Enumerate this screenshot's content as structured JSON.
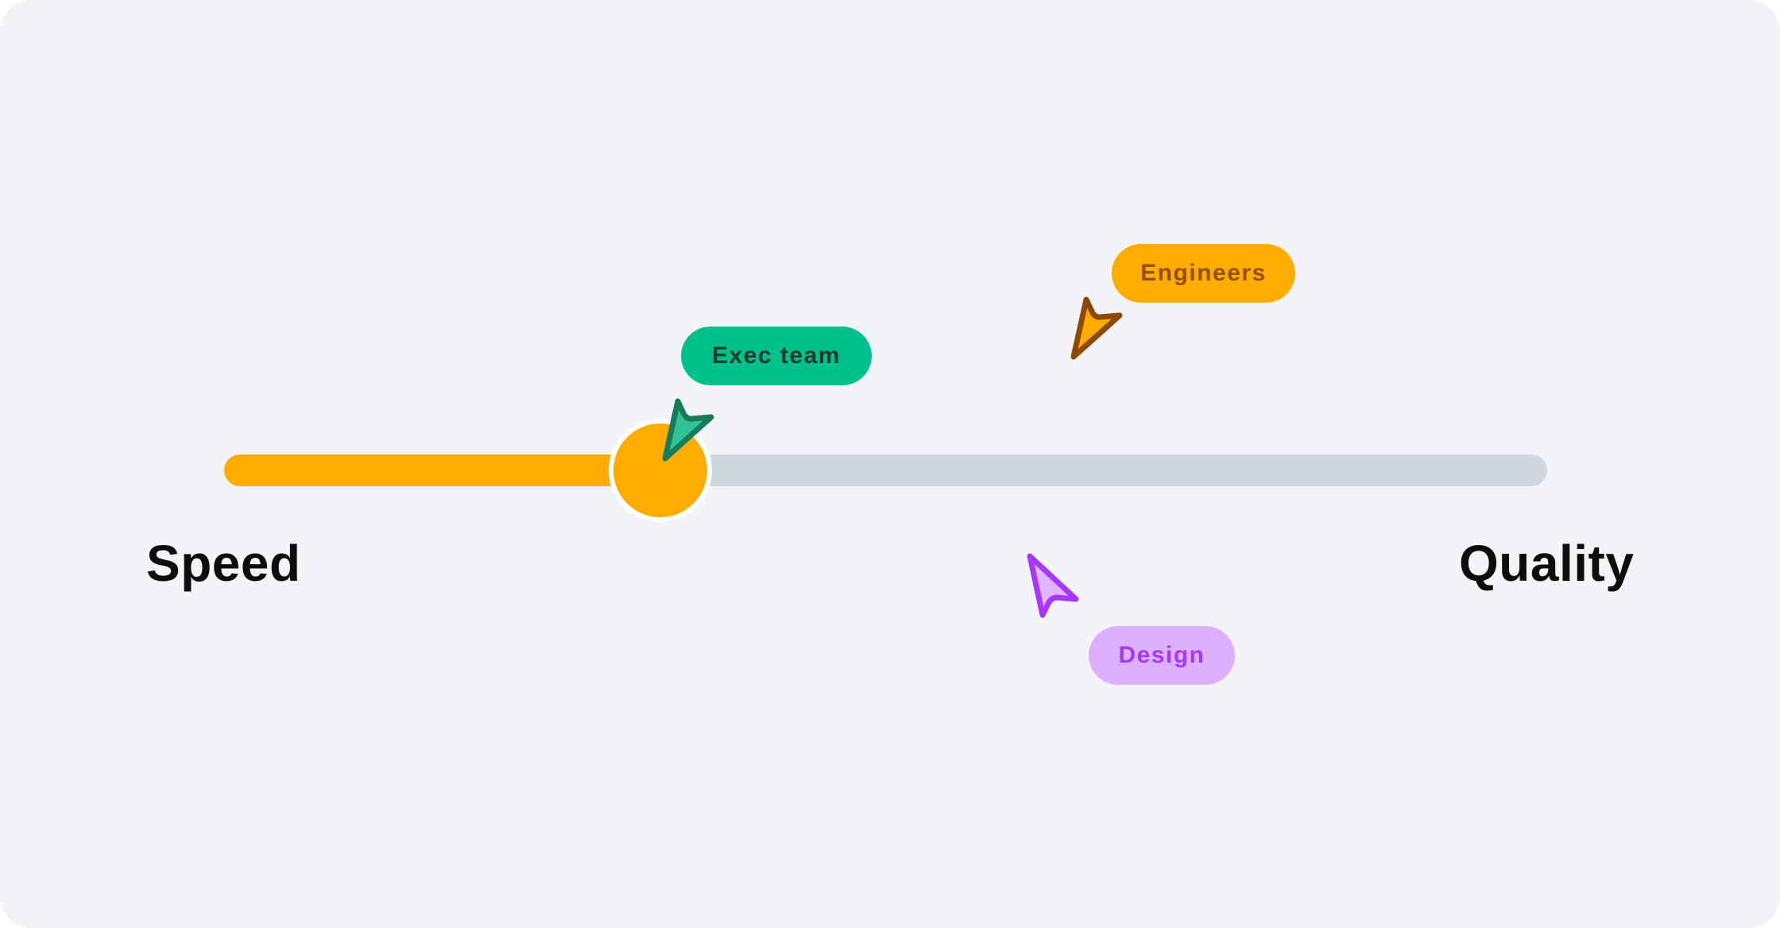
{
  "slider": {
    "min_label": "Speed",
    "max_label": "Quality",
    "value": 0.33,
    "colors": {
      "fill": "#ffac00",
      "track": "#d1d7e1",
      "thumb": "#ffac00"
    }
  },
  "cursors": [
    {
      "label": "Exec team",
      "icon": "arrow-cursor-icon",
      "fill": "#2ec496",
      "stroke": "#1a7a5c",
      "tag_background": "#00c08c",
      "tag_text": "#1c3a30"
    },
    {
      "label": "Engineers",
      "icon": "arrow-cursor-icon",
      "fill": "#ffac00",
      "stroke": "#8b4a00",
      "tag_background": "#ffac00",
      "tag_text": "#955000"
    },
    {
      "label": "Design",
      "icon": "arrow-cursor-icon",
      "fill": "#e0b4ff",
      "stroke": "#a736ff",
      "tag_background": "#dcb0ff",
      "tag_text": "#a736ff"
    }
  ]
}
